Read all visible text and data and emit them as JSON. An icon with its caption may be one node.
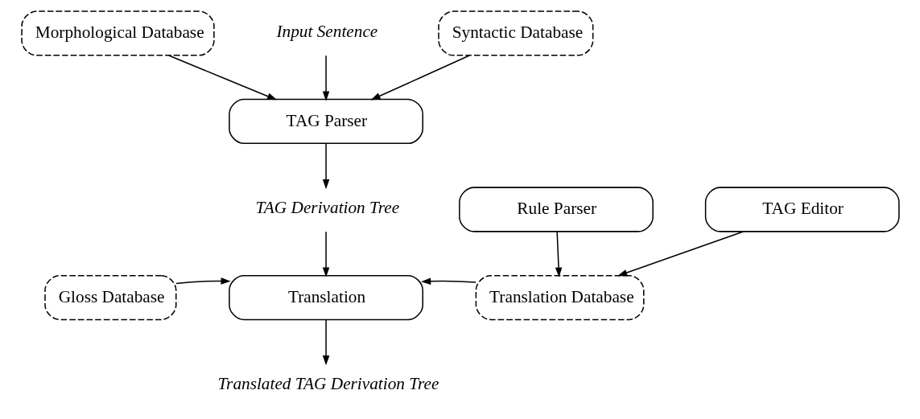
{
  "diagram": {
    "nodes": [
      {
        "text": [
          "Input Sentence"
        ]
      },
      {
        "text": [
          "Morphological Database"
        ]
      },
      {
        "text": [
          "Syntactic Database"
        ]
      },
      {
        "text": [
          "TAG Parser"
        ]
      },
      {
        "text": [
          "TAG Derivation Tree"
        ]
      },
      {
        "text": [
          "Rule Parser"
        ]
      },
      {
        "text": [
          "TAG Editor"
        ]
      },
      {
        "text": [
          "Gloss Database"
        ]
      },
      {
        "text": [
          "Translation"
        ]
      },
      {
        "text": [
          "Translation Database"
        ]
      },
      {
        "text": [
          "Translated TAG Derivation Tree"
        ]
      }
    ],
    "edges": [
      {
        "from": 0,
        "to": 3,
        "arrow": "to"
      },
      {
        "from": 1,
        "to": 3,
        "arrow": "to"
      },
      {
        "from": 2,
        "to": 3,
        "arrow": "to"
      },
      {
        "from": 3,
        "to": 4,
        "arrow": "to"
      },
      {
        "from": 4,
        "to": 8,
        "arrow": "to"
      },
      {
        "from": 5,
        "to": 9,
        "arrow": "to"
      },
      {
        "from": 6,
        "to": 9,
        "arrow": "to"
      },
      {
        "from": 7,
        "to": 8,
        "arrow": "to"
      },
      {
        "from": 9,
        "to": 8,
        "arrow": "to"
      },
      {
        "from": 8,
        "to": 10,
        "arrow": "to"
      }
    ]
  }
}
